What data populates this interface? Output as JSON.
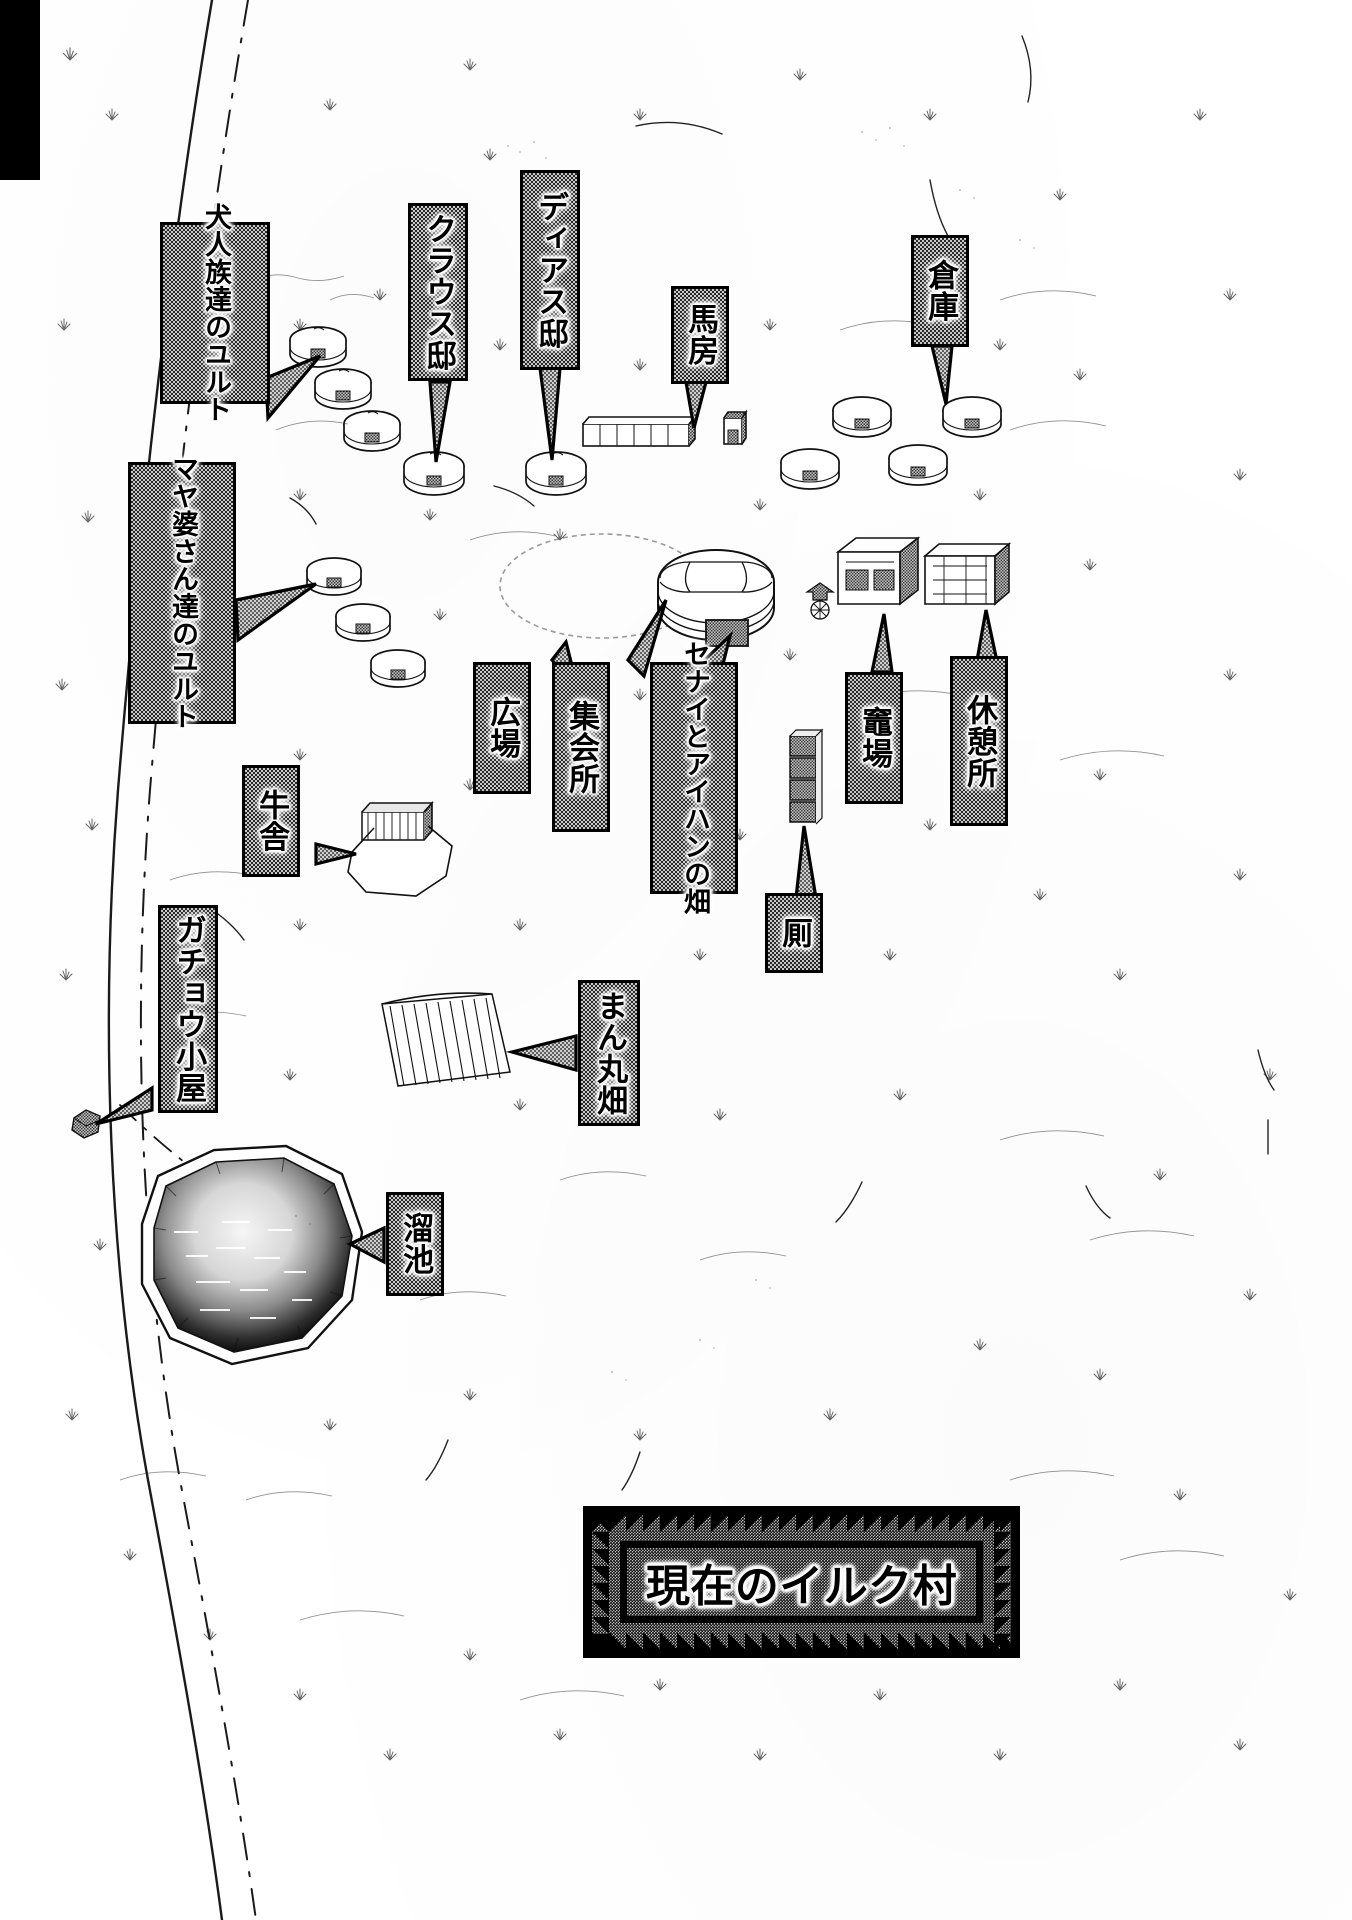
{
  "page": {
    "kind": "illustrated-village-map",
    "orientation": "portrait",
    "text_direction": "vertical-rtl"
  },
  "title_card": {
    "text": "現在のイルク村",
    "frame_color": "#000000",
    "fill_tone": "halftone-gray"
  },
  "labels": [
    {
      "id": "dogfolk-yurts",
      "text": "犬人族達のユルト",
      "columns": [
        "犬人族達の",
        "ユルト"
      ]
    },
    {
      "id": "klaus-house",
      "text": "クラウス邸",
      "columns": [
        "クラウス邸"
      ]
    },
    {
      "id": "dias-house",
      "text": "ディアス邸",
      "columns": [
        "ディアス邸"
      ]
    },
    {
      "id": "stable",
      "text": "馬房",
      "columns": [
        "馬房"
      ]
    },
    {
      "id": "warehouse",
      "text": "倉庫",
      "columns": [
        "倉庫"
      ]
    },
    {
      "id": "maya-yurts",
      "text": "マヤ婆さん達のユルト",
      "columns": [
        "マヤ婆さん達の",
        "ユルト"
      ]
    },
    {
      "id": "plaza",
      "text": "広場",
      "columns": [
        "広場"
      ]
    },
    {
      "id": "assembly-hall",
      "text": "集会所",
      "columns": [
        "集会所"
      ]
    },
    {
      "id": "senai-aihan-field",
      "text": "セナイとアイハンの畑",
      "columns": [
        "セナイと",
        "アイハンの畑"
      ]
    },
    {
      "id": "hearth-yard",
      "text": "竈場",
      "columns": [
        "竈場"
      ]
    },
    {
      "id": "rest-house",
      "text": "休憩所",
      "columns": [
        "休憩所"
      ]
    },
    {
      "id": "cow-barn",
      "text": "牛舎",
      "columns": [
        "牛舎"
      ]
    },
    {
      "id": "privy",
      "text": "厠",
      "columns": [
        "厠"
      ]
    },
    {
      "id": "goose-hut",
      "text": "ガチョウ小屋",
      "columns": [
        "ガチョウ小屋"
      ]
    },
    {
      "id": "round-field",
      "text": "まん丸畑",
      "columns": [
        "まん丸畑"
      ]
    },
    {
      "id": "reservoir",
      "text": "溜池",
      "columns": [
        "溜池"
      ]
    }
  ],
  "colors": {
    "ink": "#000000",
    "plate_tone": "#c9c9c9",
    "paper": "#ffffff",
    "water_dark": "#111111"
  }
}
